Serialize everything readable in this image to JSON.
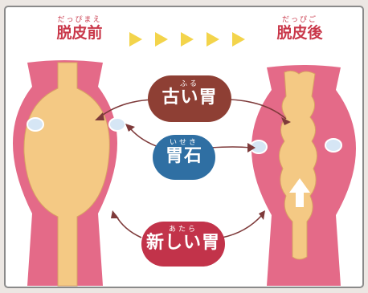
{
  "before": {
    "ruby": "だっぴまえ",
    "label": "脱皮前"
  },
  "after": {
    "ruby": "だっぴご",
    "label": "脱皮後"
  },
  "old_stomach": {
    "ruby": "ふる",
    "text": "古い胃"
  },
  "gastrolith": {
    "ruby": "いせき",
    "text": "胃石"
  },
  "new_stomach": {
    "ruby": "あたら",
    "text": "新しい胃"
  },
  "colors": {
    "heading": "#c9384a",
    "wall": "#e46a88",
    "contents": "#f4c984",
    "arrows": "#f3d44b",
    "old_pill": "#8e3f34",
    "stone_pill": "#2f6fa3",
    "new_pill": "#c2334a"
  }
}
